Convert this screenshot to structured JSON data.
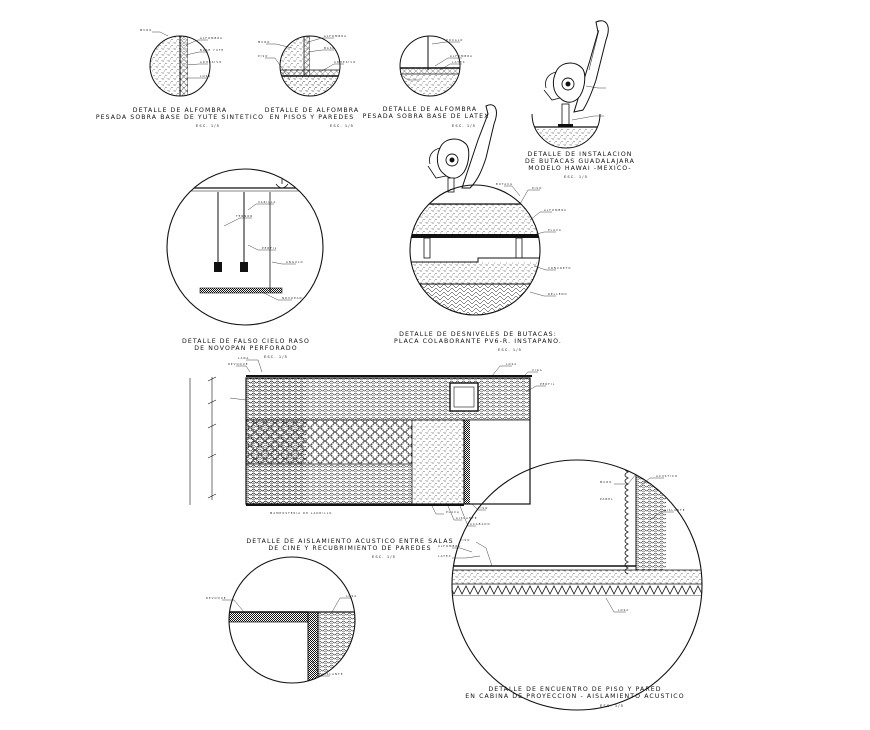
{
  "sheet": {
    "background": "#ffffff",
    "ink": "#111111"
  },
  "details": [
    {
      "id": "alfombra-yute",
      "line1": "DETALLE DE ALFOMBRA",
      "line2": "PESADA SOBRA BASE DE YUTE SINTETICO",
      "scale": "ESC. 1/5"
    },
    {
      "id": "alfombra-pisos",
      "line1": "DETALLE DE ALFOMBRA",
      "line2": "EN PISOS Y PAREDES",
      "scale": "ESC. 1/5"
    },
    {
      "id": "alfombra-latex",
      "line1": "DETALLE DE ALFOMBRA",
      "line2": "PESADA SOBRA BASE DE LATEX",
      "scale": "ESC. 1/5"
    },
    {
      "id": "butacas",
      "line1": "DETALLE DE INSTALACION",
      "line2": "DE BUTACAS GUADALAJARA",
      "line3": "MODELO HAWAI -MEXICO-",
      "scale": "ESC. 1/5"
    },
    {
      "id": "falso-cielo",
      "line1": "DETALLE DE FALSO CIELO RASO",
      "line2": "DE NOVOPAN PERFORADO",
      "scale": "ESC. 1/5"
    },
    {
      "id": "desniveles",
      "line1": "DETALLE DE DESNIVELES DE BUTACAS:",
      "line2": "PLACA COLABORANTE PV6-R. INSTAPANO.",
      "scale": "ESC. 1/5"
    },
    {
      "id": "aislamiento-salas",
      "line1": "DETALLE DE AISLAMIENTO ACUSTICO ENTRE SALAS",
      "line2": "DE CINE Y RECUBRIMIENTO DE PAREDES",
      "scale": "ESC. 1/5"
    },
    {
      "id": "encuentro-piso-pared",
      "line1": "DETALLE DE ENCUENTRO DE PISO Y PARED",
      "line2": "EN CABINA DE PROYECCION - AISLAMIENTO ACUSTICO",
      "scale": "ESC. 1/5"
    }
  ]
}
